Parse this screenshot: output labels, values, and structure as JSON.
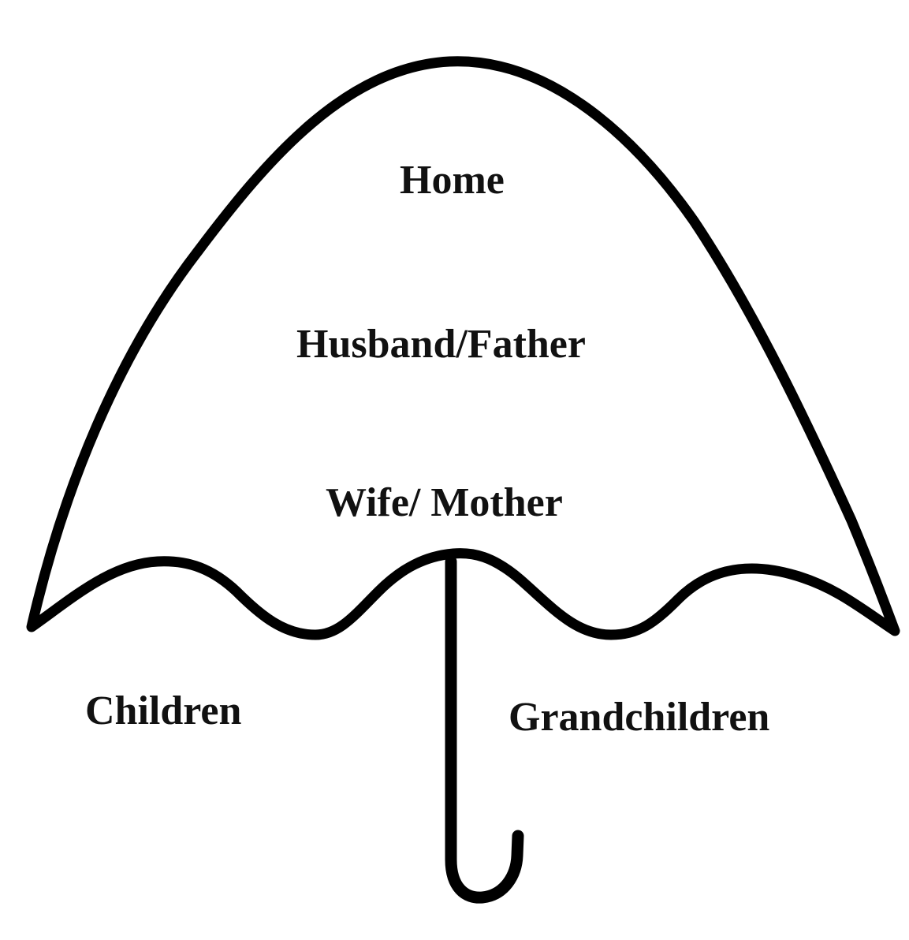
{
  "diagram": {
    "shape": "umbrella",
    "line_color": "#000000",
    "labels": {
      "home": "Home",
      "husband_father": "Husband/Father",
      "wife_mother": "Wife/ Mother",
      "children": "Children",
      "grandchildren": "Grandchildren"
    }
  }
}
